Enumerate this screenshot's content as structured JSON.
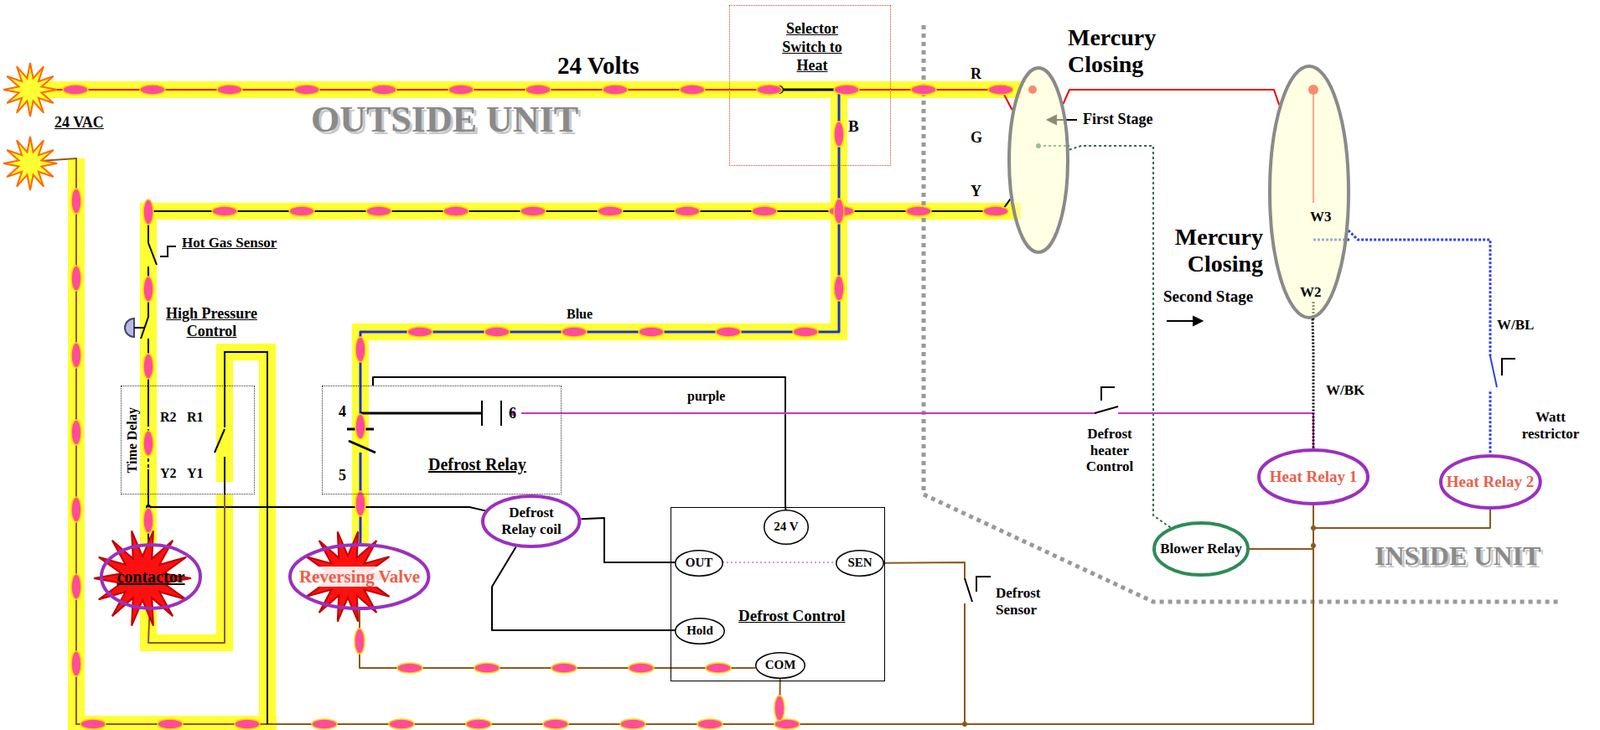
{
  "diagram": {
    "nodes": [
      {
        "text": [
          "Selector Switch to Heat"
        ]
      },
      {
        "text": [
          "Mercury Closing"
        ]
      },
      {
        "text": [
          "Mercury Closing",
          "W3",
          "W2"
        ]
      },
      {
        "text": [
          "Time Delay",
          "R2",
          "R1",
          "Y2",
          "Y1"
        ]
      },
      {
        "text": [
          "4",
          "6",
          "5",
          "Defrost Relay"
        ]
      },
      {
        "text": [
          "contactor"
        ]
      },
      {
        "text": [
          "Reversing Valve"
        ]
      },
      {
        "text": [
          "Defrost Relay coil"
        ]
      },
      {
        "text": [
          "Defrost Control"
        ]
      },
      {
        "text": [
          "24 V"
        ],
        "in": 8
      },
      {
        "text": [
          "OUT"
        ],
        "in": 8
      },
      {
        "text": [
          "SEN"
        ],
        "in": 8
      },
      {
        "text": [
          "Hold"
        ],
        "in": 8
      },
      {
        "text": [
          "COM"
        ],
        "in": 8
      },
      {
        "text": [
          "Heat Relay 1"
        ]
      },
      {
        "text": [
          "Heat Relay 2"
        ]
      },
      {
        "text": [
          "Blower Relay"
        ]
      }
    ],
    "edges": [
      {
        "from": 0,
        "to": 1,
        "arrow": "none"
      },
      {
        "from": 1,
        "to": 2,
        "arrow": "none"
      },
      {
        "from": 0,
        "to": 4,
        "label": "Blue",
        "arrow": "none"
      },
      {
        "from": 1,
        "to": 3,
        "arrow": "none"
      },
      {
        "from": 1,
        "to": 16,
        "arrow": "none"
      },
      {
        "from": 3,
        "to": 5,
        "arrow": "none"
      },
      {
        "from": 3,
        "to": 7,
        "arrow": "none"
      },
      {
        "from": 5,
        "to": 3,
        "arrow": "none"
      },
      {
        "from": 4,
        "to": 6,
        "arrow": "none"
      },
      {
        "from": 4,
        "to": 9,
        "arrow": "none"
      },
      {
        "from": 4,
        "to": 14,
        "label": "purple",
        "arrow": "none"
      },
      {
        "from": 6,
        "to": 13,
        "arrow": "none"
      },
      {
        "from": 7,
        "to": 10,
        "arrow": "none"
      },
      {
        "from": 7,
        "to": 12,
        "arrow": "none"
      },
      {
        "from": 13,
        "to": 14,
        "arrow": "none"
      },
      {
        "from": 11,
        "to": 14,
        "arrow": "none"
      },
      {
        "from": 16,
        "to": 14,
        "arrow": "none"
      },
      {
        "from": 15,
        "to": 14,
        "arrow": "none"
      },
      {
        "from": 2,
        "to": 15,
        "arrow": "none"
      },
      {
        "from": 2,
        "to": 14,
        "arrow": "none"
      }
    ],
    "labels": [
      "24 Volts",
      "OUTSIDE UNIT",
      "24 VAC",
      "B",
      "R",
      "G",
      "Y",
      "First Stage",
      "Second Stage",
      "Hot Gas Sensor",
      "High Pressure Control",
      "W/BL",
      "W/BK",
      "Watt restrictor",
      "Defrost heater Control",
      "Defrost Sensor",
      "INSIDE UNIT"
    ]
  }
}
